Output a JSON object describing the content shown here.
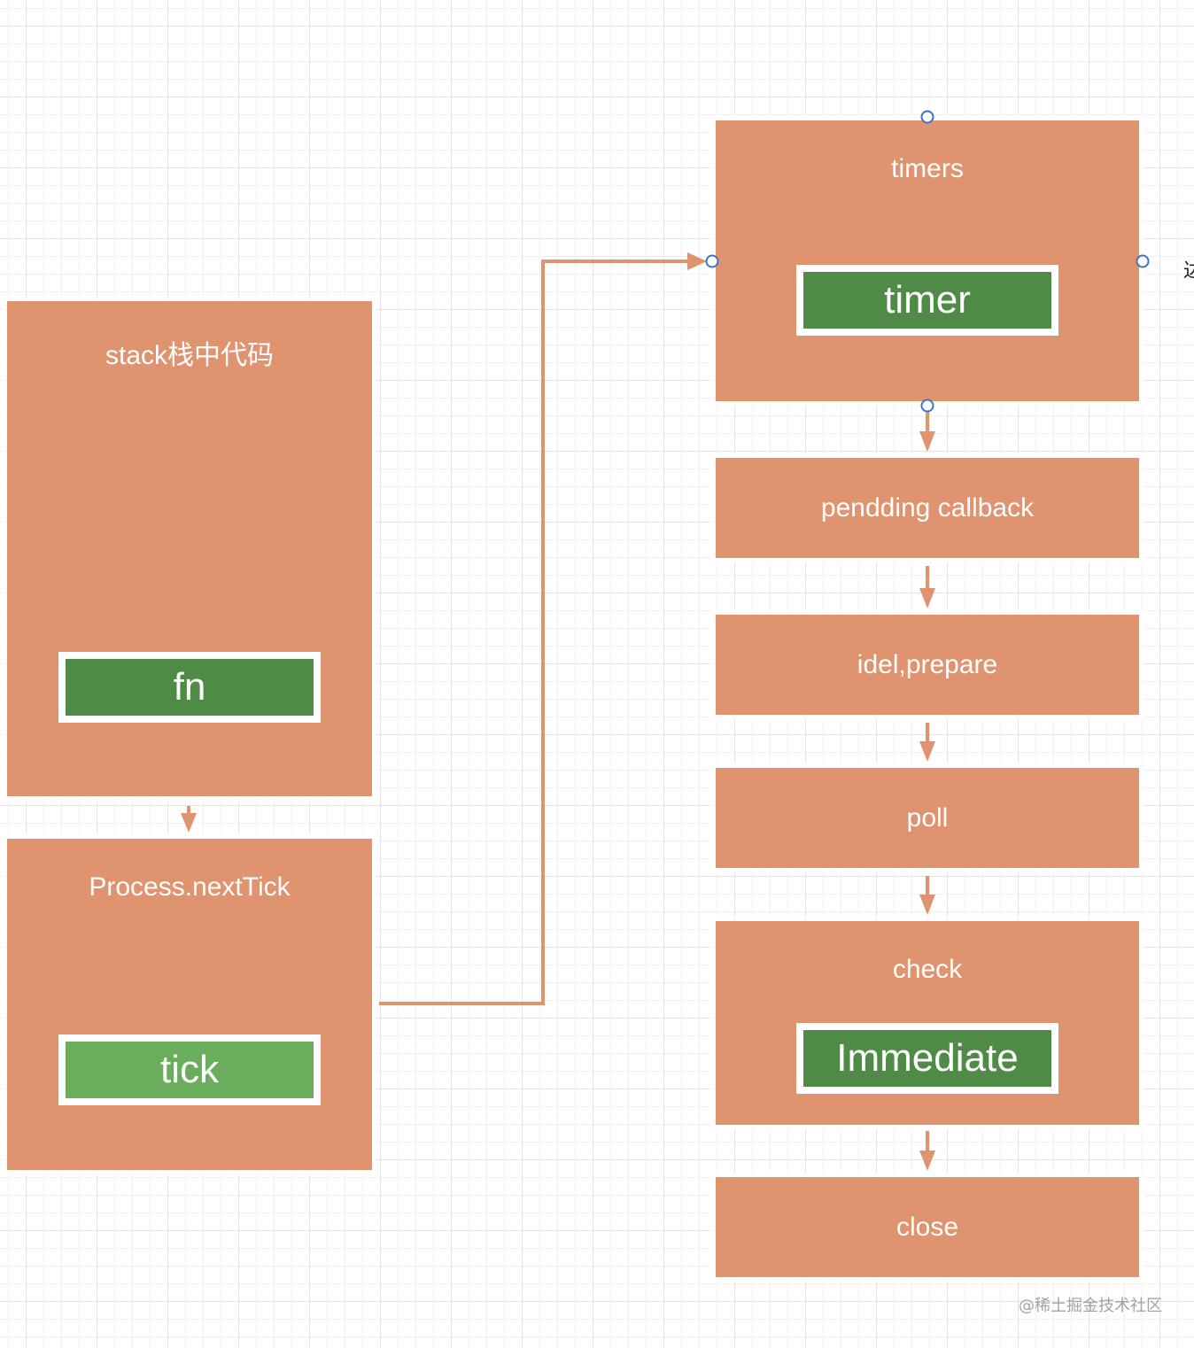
{
  "left": {
    "stack": {
      "title": "stack栈中代码",
      "item": "fn"
    },
    "process": {
      "title": "Process.nextTick",
      "item": "tick"
    }
  },
  "right": {
    "timers": {
      "title": "timers",
      "item": "timer"
    },
    "pending": {
      "title": "pendding callback"
    },
    "idle": {
      "title": "idel,prepare"
    },
    "poll": {
      "title": "poll"
    },
    "check": {
      "title": "check",
      "item": "Immediate"
    },
    "close": {
      "title": "close"
    }
  },
  "edge_text": "达",
  "watermark": "@稀土掘金技术社区",
  "colors": {
    "box_fill": "#df936f",
    "tag_dark_green": "#508a47",
    "tag_light_green": "#69ad5d",
    "arrow": "#df936f",
    "anchor": "#3b74c6",
    "label": "#ffffff"
  }
}
